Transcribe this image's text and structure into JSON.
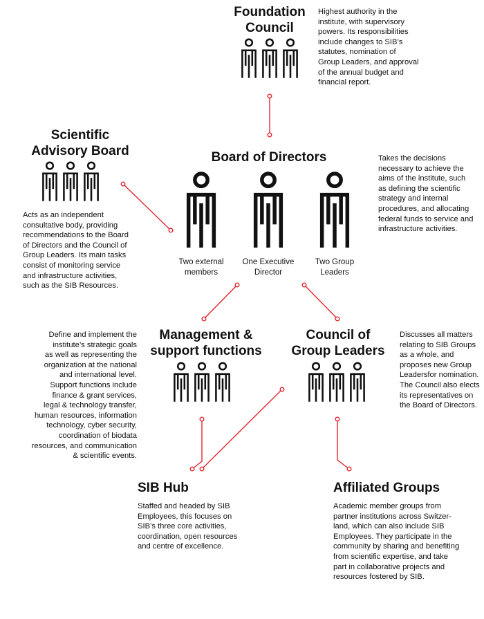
{
  "colors": {
    "text": "#111111",
    "connector": "#e3252d",
    "background": "#ffffff"
  },
  "foundation_council": {
    "title": "Foundation\nCouncil",
    "description": "Highest authority in the\ninstitute, with supervisory\npowers. Its responsibilities\ninclude changes to SIB’s\nstatutes, nomination of\nGroup Leaders, and approval\nof the annual budget and\nfinancial report.",
    "icon": "people-group-icon"
  },
  "scientific_advisory_board": {
    "title": "Scientific\nAdvisory Board",
    "description": "Acts as an independent\nconsultative body, providing\nrecommendations to the Board\nof Directors and the Council of\nGroup Leaders. Its main tasks\nconsist of monitoring service\nand infrastructure activities,\nsuch as the SIB Resources.",
    "icon": "people-group-icon"
  },
  "board_of_directors": {
    "title": "Board of Directors",
    "description": "Takes the decisions\nnecessary to achieve the\naims of the institute, such\nas defining the scientific\nstrategy and internal\nprocedures, and allocating\nfederal funds to service and\ninfrastructure activities.",
    "members": [
      {
        "label": "Two external\nmembers",
        "icon": "person-icon"
      },
      {
        "label": "One Executive\nDirector",
        "icon": "person-icon"
      },
      {
        "label": "Two Group\nLeaders",
        "icon": "person-icon"
      }
    ]
  },
  "management": {
    "title": "Management &\nsupport functions",
    "description": "Define and implement the\ninstitute’s strategic goals\nas well as representing the\norganization at the national\nand international level.\nSupport functions include\nfinance & grant services,\nlegal & technology transfer,\nhuman resources, information\ntechnology, cyber security,\ncoordination of biodata\nresources, and communication\n& scientific events.",
    "icon": "people-group-icon"
  },
  "council_group_leaders": {
    "title": "Council of\nGroup Leaders",
    "description": "Discusses all matters\nrelating to SIB Groups\nas a whole, and\nproposes new Group\nLeadersfor nomination.\nThe Council also elects\nits representatives on\nthe Board of Directors.",
    "icon": "people-group-icon"
  },
  "sib_hub": {
    "title": "SIB Hub",
    "description": "Staffed and headed by SIB\nEmployees, this focuses on\nSIB’s three core activities,\ncoordination, open resources\nand centre of excellence."
  },
  "affiliated_groups": {
    "title": "Affiliated Groups",
    "description": "Academic member groups from\npartner institutions across Switzer-\nland, which can also include SIB\nEmployees. They participate in the\ncommunity by sharing and benefiting\nfrom scientific expertise, and take\npart in collaborative projects and\nresources fostered by SIB."
  }
}
